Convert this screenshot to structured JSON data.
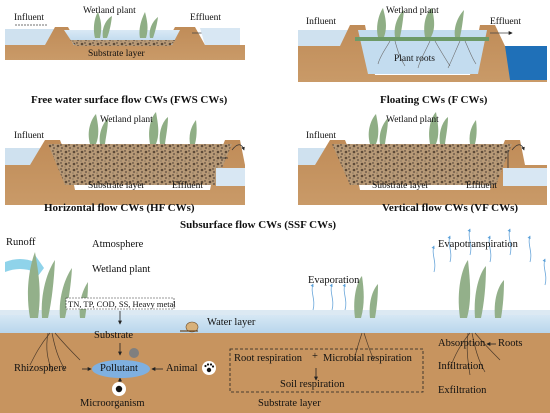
{
  "panels": {
    "fws": {
      "influent": "Influent",
      "wetland_plant": "Wetland plant",
      "effluent": "Effluent",
      "substrate": "Substrate layer",
      "caption": "Free water surface flow CWs (FWS CWs)"
    },
    "floating": {
      "influent": "Influent",
      "wetland_plant": "Wetland plant",
      "effluent": "Effluent",
      "roots": "Plant roots",
      "caption": "Floating CWs (F CWs)"
    },
    "hf": {
      "influent": "Influent",
      "wetland_plant": "Wetland plant",
      "effluent": "Effluent",
      "substrate": "Substrate layer",
      "caption": "Horizontal flow CWs (HF CWs)"
    },
    "vf": {
      "influent": "Influent",
      "wetland_plant": "Wetland plant",
      "effluent": "Effluent",
      "substrate": "Substrate layer",
      "caption": "Vertical flow CWs (VF CWs)"
    },
    "ssf_caption": "Subsurface flow CWs (SSF CWs)"
  },
  "processes": {
    "runoff": "Runoff",
    "atmosphere": "Atmosphere",
    "wetland_plant": "Wetland plant",
    "pollutant_list": "TN, TP, COD, SS, Heavy metal",
    "water_layer": "Water layer",
    "substrate": "Substrate",
    "rhizosphere": "Rhizosphere",
    "pollutant": "Pollutant",
    "animal": "Animal",
    "microorganism": "Microorganism",
    "substrate_layer": "Substrate layer",
    "evaporation": "Evaporation",
    "evapotranspiration": "Evapotranspiration",
    "root_respiration": "Root respiration",
    "plus": "+",
    "microbial_respiration": "Microbial respiration",
    "soil_respiration": "Soil respiration",
    "absorption": "Absorption",
    "roots": "Roots",
    "infiltration": "Infiltration",
    "exfiltration": "Exfiltration"
  },
  "colors": {
    "soil": "#c99660",
    "soil_dark": "#a87642",
    "water": "#cfe3f1",
    "water_deep": "#9cc6e6",
    "plant": "#8fae85",
    "gravel": "#7d6a55",
    "runoff_arrow": "#8fd3ea"
  }
}
